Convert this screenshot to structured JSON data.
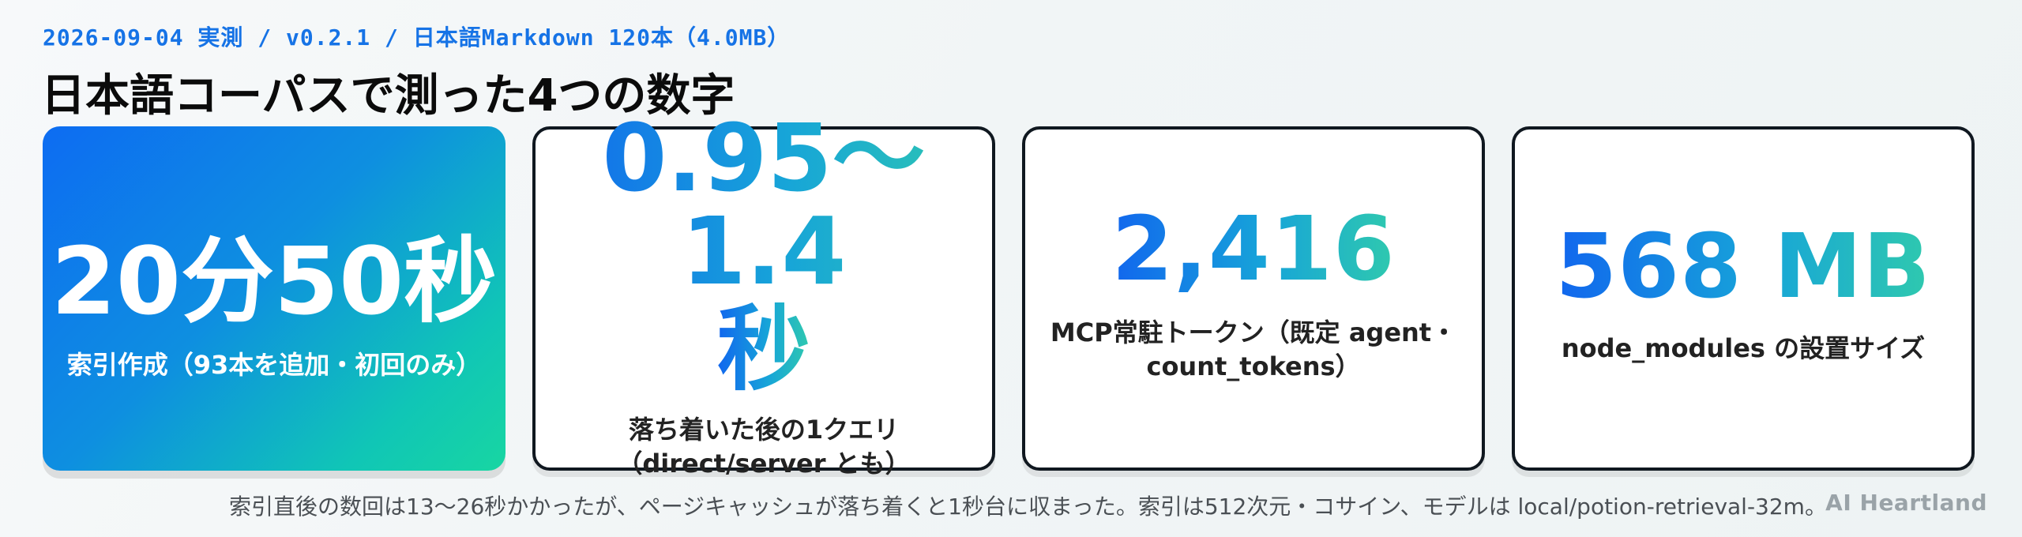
{
  "header": {
    "kicker": "2026-09-04 実測 / v0.2.1 / 日本語Markdown 120本（4.0MB）",
    "title": "日本語コーパスで測った4つの数字"
  },
  "cards": [
    {
      "metric": "20分50秒",
      "caption": "索引作成（93本を追加・初回のみ）"
    },
    {
      "metric_line1": "0.95〜1.4",
      "metric_line2": "秒",
      "caption_line1": "落ち着いた後の1クエリ",
      "caption_line2": "（direct/server とも）"
    },
    {
      "metric": "2,416",
      "caption_line1": "MCP常駐トークン（既定 agent・",
      "caption_line2": "count_tokens）"
    },
    {
      "metric": "568 MB",
      "caption": "node_modules の設置サイズ"
    }
  ],
  "footer": {
    "note": "索引直後の数回は13〜26秒かかったが、ページキャッシュが落ち着くと1秒台に収まった。索引は512次元・コサイン、モデルは local/potion-retrieval-32m。",
    "brand": "AI Heartland"
  },
  "colors": {
    "accent": "#1673e6",
    "gradient_start": "#0d6cf2",
    "gradient_end": "#18d6a2"
  }
}
